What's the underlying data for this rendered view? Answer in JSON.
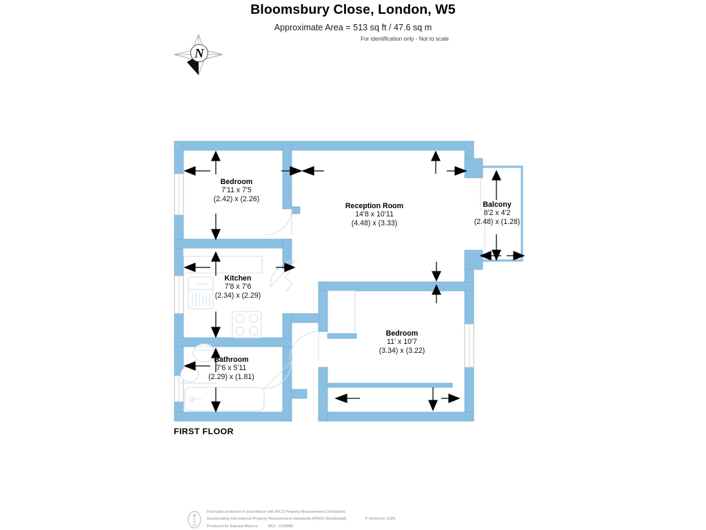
{
  "header": {
    "title": "Bloomsbury Close, London, W5",
    "area": "Approximate Area = 513 sq ft / 47.6 sq m",
    "note": "For identification only - Not to scale"
  },
  "compass": {
    "letter": "N",
    "icon": "compass-rose-icon"
  },
  "plan": {
    "floor_label": "FIRST FLOOR",
    "wall_color": "#8cc0e2",
    "wall_stroke": "#6aa9d0",
    "fixture_stroke": "#c9dcea",
    "arrow_color": "#000000",
    "rooms": [
      {
        "key": "bedroom_1",
        "name": "Bedroom",
        "dim_imperial": "7'11 x 7'5",
        "dim_metric": "(2.42) x (2.26)"
      },
      {
        "key": "reception_room",
        "name": "Reception Room",
        "dim_imperial": "14'8 x 10'11",
        "dim_metric": "(4.48) x (3.33)"
      },
      {
        "key": "balcony",
        "name": "Balcony",
        "dim_imperial": "8'2 x 4'2",
        "dim_metric": "(2.48) x (1.28)"
      },
      {
        "key": "kitchen",
        "name": "Kitchen",
        "dim_imperial": "7'8 x 7'6",
        "dim_metric": "(2.34) x (2.29)"
      },
      {
        "key": "bedroom_2",
        "name": "Bedroom",
        "dim_imperial": "11' x 10'7",
        "dim_metric": "(3.34) x (3.22)"
      },
      {
        "key": "bathroom",
        "name": "Bathroom",
        "dim_imperial": "7'6 x 5'11",
        "dim_metric": "(2.29) x (1.81)"
      }
    ]
  },
  "footer": {
    "line1": "Floor plan produced in accordance with RICS Property Measurement 2nd Edition,",
    "line2": "Incorporating International Property Measurement Standards (IPMS2 Residential).",
    "copyright": "© nichecom 2025.",
    "line3": "Produced for Barnard Marcus.",
    "ref": "REF:  1328086"
  }
}
